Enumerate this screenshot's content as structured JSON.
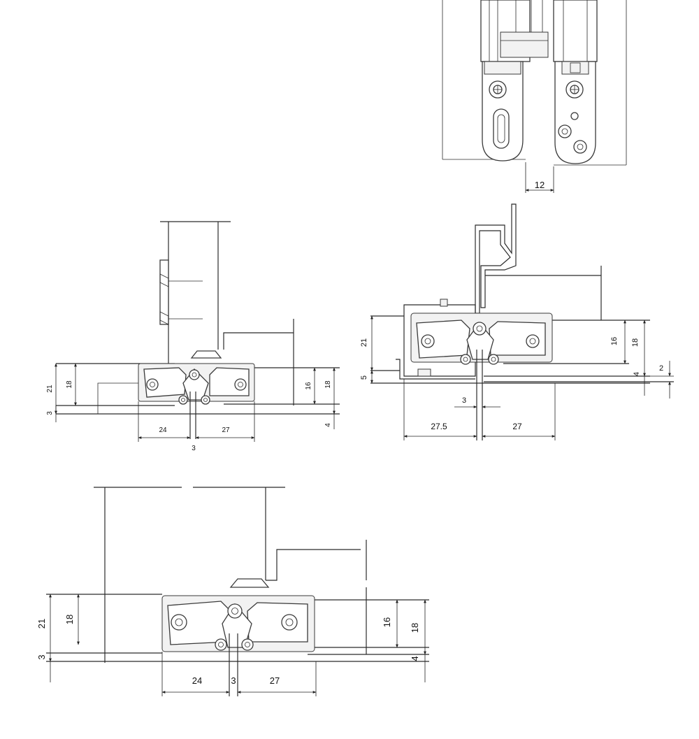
{
  "drawings": {
    "top": {
      "labels": {
        "bottom_width": "12"
      }
    },
    "left_mid": {
      "labels": {
        "h_total": "21",
        "h_inner": "18",
        "h_base": "3",
        "w_left": "24",
        "w_right": "27",
        "w_gap": "3",
        "h_right_16": "16",
        "h_right_18": "18",
        "h_right_4": "4"
      }
    },
    "right_mid": {
      "labels": {
        "h_total": "21",
        "h_base": "5",
        "w_gap": "3",
        "w_left": "27.5",
        "w_right": "27",
        "h_right_16": "16",
        "h_right_18": "18",
        "h_right_2": "2",
        "h_right_4": "4"
      }
    },
    "bottom": {
      "labels": {
        "h_total": "21",
        "h_inner": "18",
        "h_base": "3",
        "w_left": "24",
        "w_gap": "3",
        "w_right": "27",
        "h_right_16": "16",
        "h_right_18": "18",
        "h_right_4": "4"
      }
    }
  }
}
